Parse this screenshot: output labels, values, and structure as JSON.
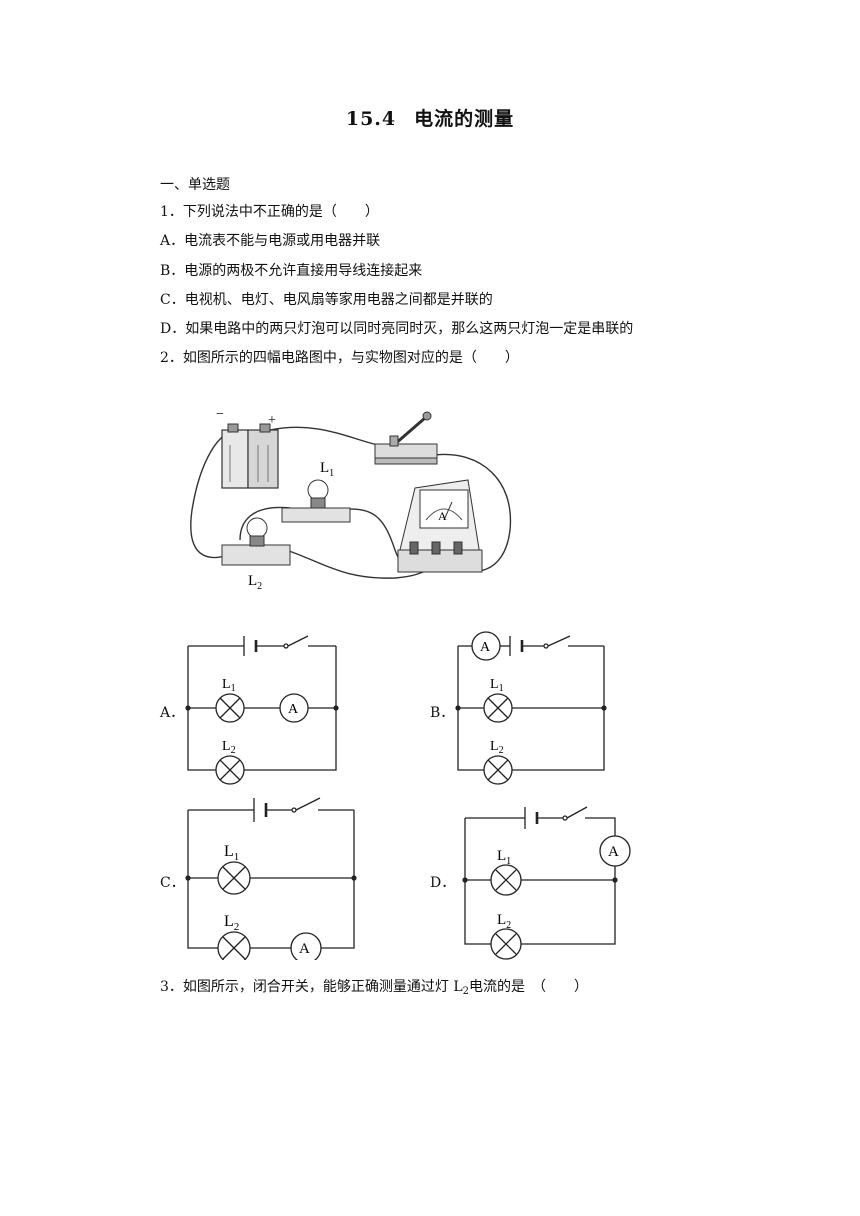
{
  "title": {
    "number": "15.4",
    "text": "电流的测量"
  },
  "section": "一、单选题",
  "q1": {
    "stem": "1．下列说法中不正确的是（　　）",
    "options": [
      "A．电流表不能与电源或用电器并联",
      "B．电源的两极不允许直接用导线连接起来",
      "C．电视机、电灯、电风扇等家用电器之间都是并联的",
      "D．如果电路中的两只灯泡可以同时亮同时灭，那么这两只灯泡一定是串联的"
    ]
  },
  "q2": {
    "stem": "2．如图所示的四幅电路图中，与实物图对应的是（　　）",
    "photo_labels": {
      "minus": "−",
      "plus": "+",
      "lamp1": "L",
      "lamp1_sub": "1",
      "lamp2": "L",
      "lamp2_sub": "2",
      "meter": "A"
    },
    "option_labels": [
      "A．",
      "B．",
      "C．",
      "D．"
    ],
    "lamp_label": "L",
    "sub1": "1",
    "sub2": "2",
    "ammeter": "A"
  },
  "q3": {
    "stem_pre": "3．如图所示，闭合开关，能够正确测量通过灯 L",
    "stem_sub": "2",
    "stem_post": "电流的是　（　　）"
  }
}
